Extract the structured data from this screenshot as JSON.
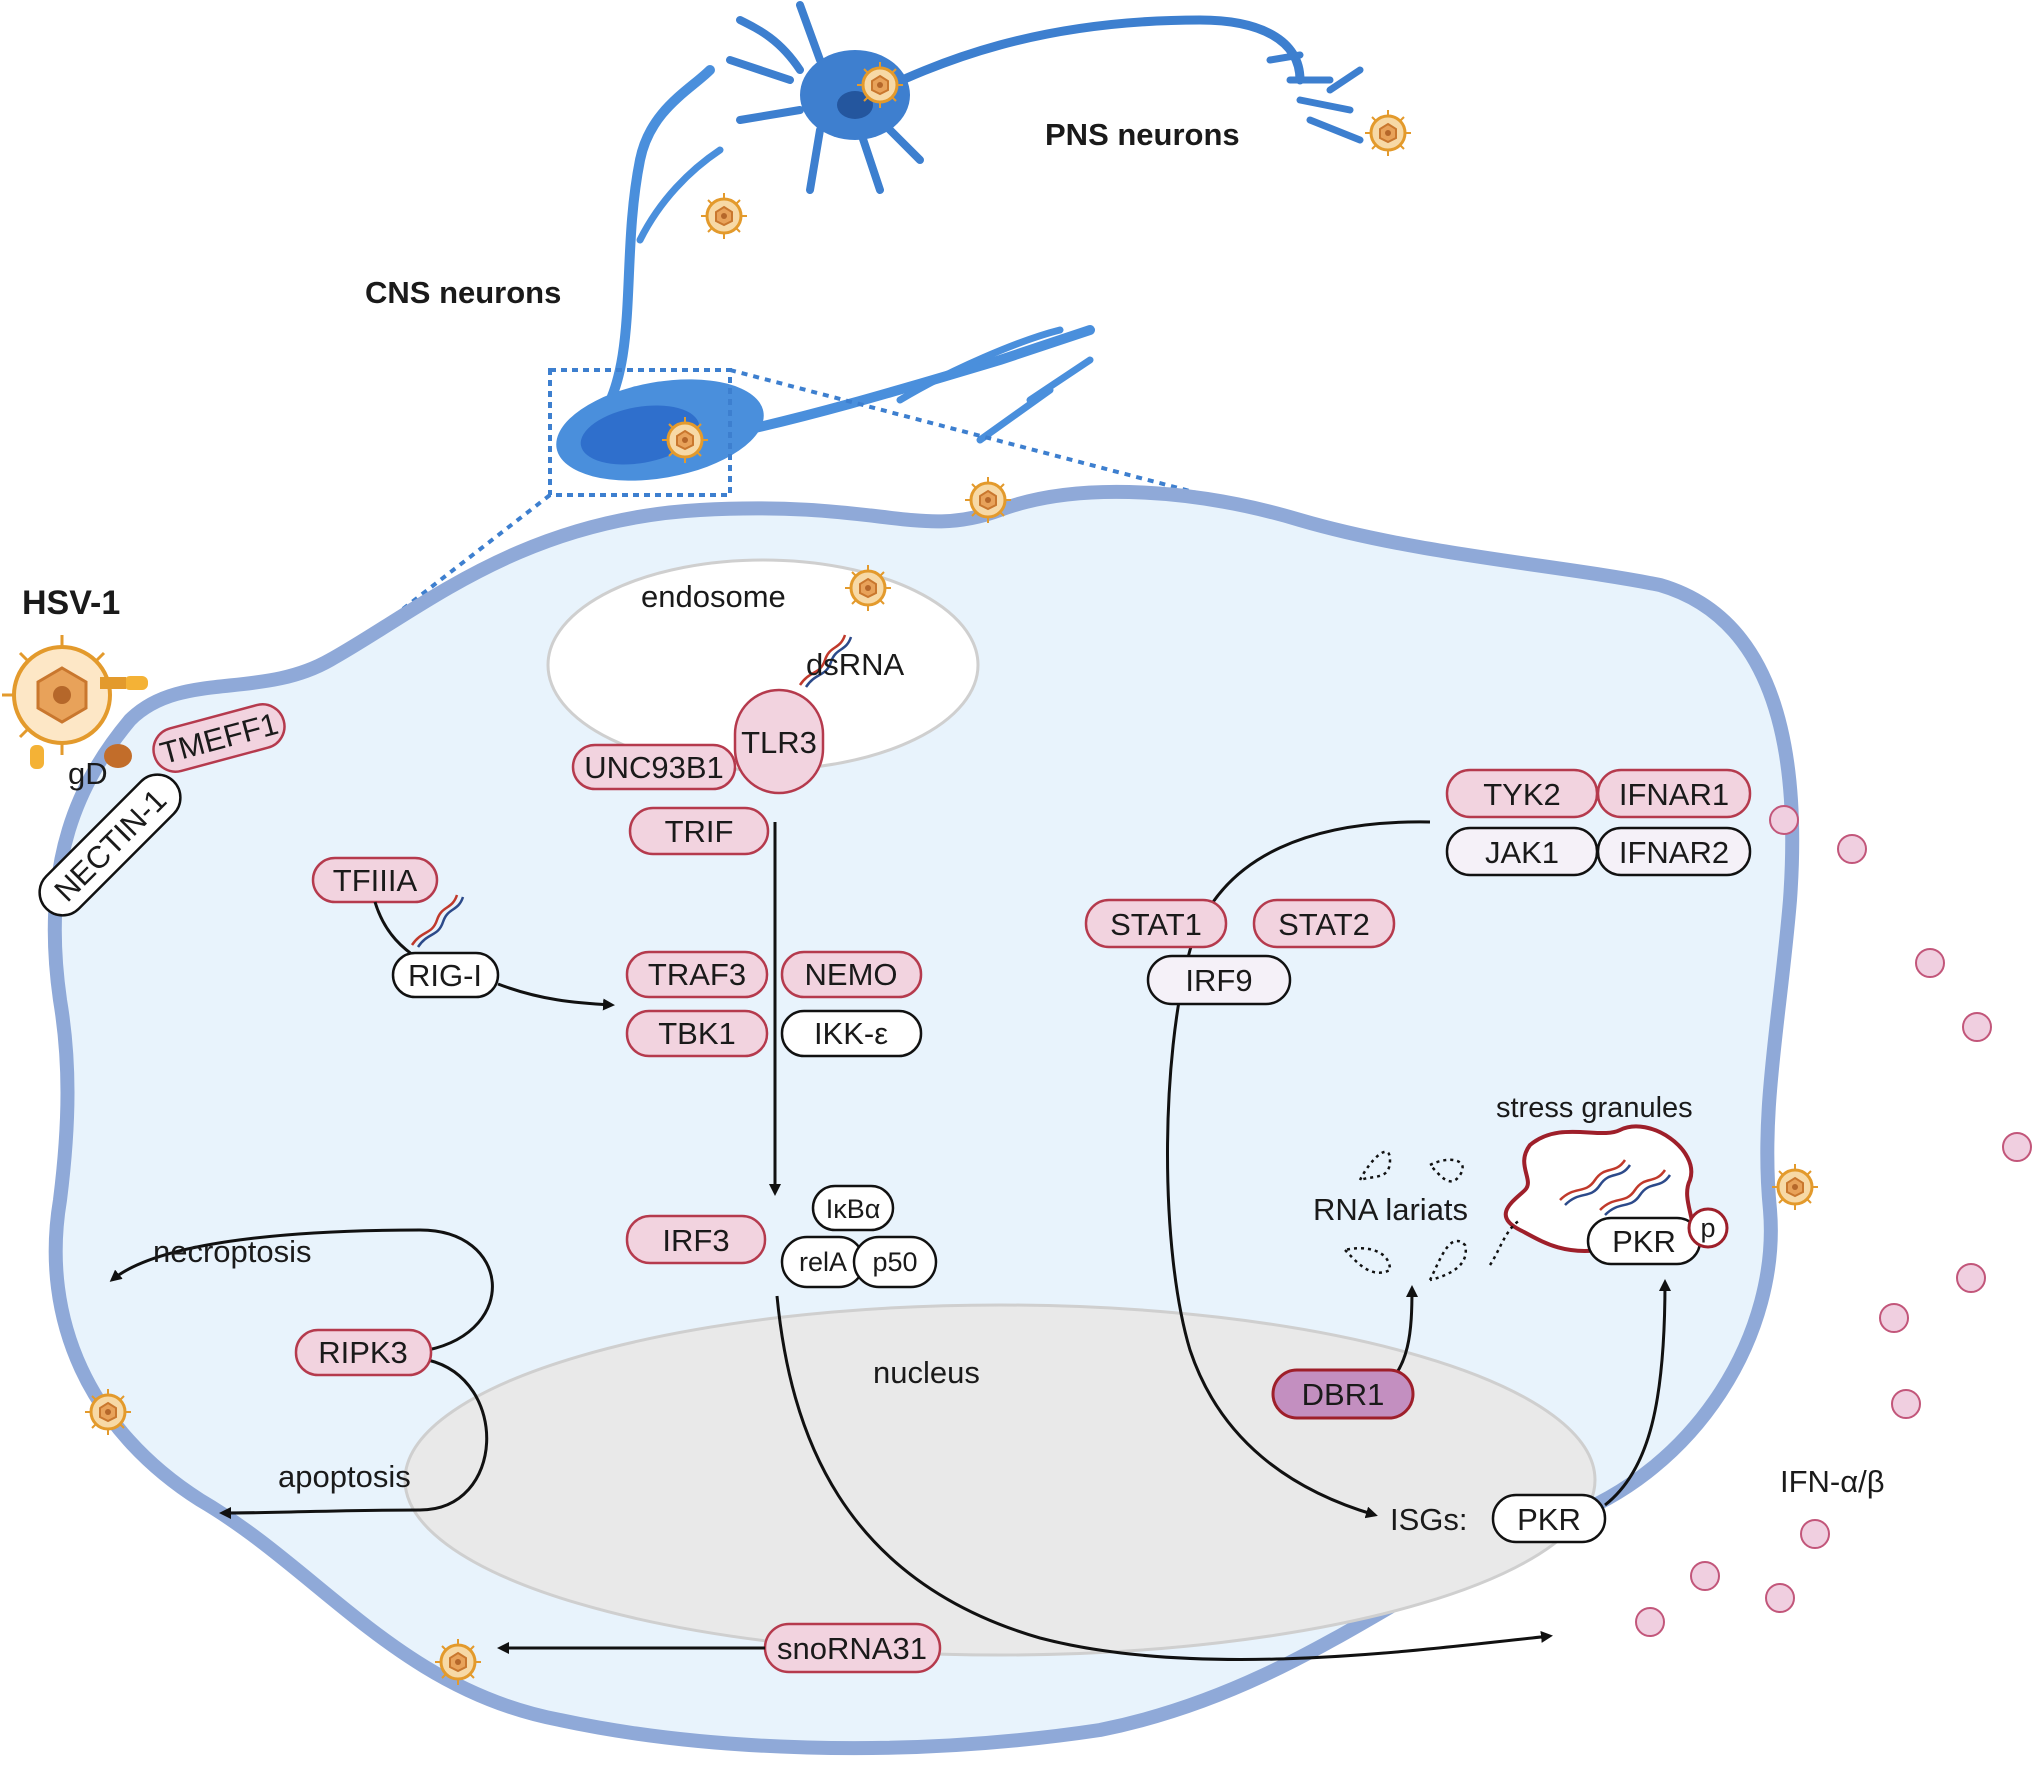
{
  "labels": {
    "pns_neurons": "PNS neurons",
    "cns_neurons": "CNS neurons",
    "hsv1": "HSV-1",
    "gd": "gD",
    "endosome": "endosome",
    "dsrna": "dsRNA",
    "necroptosis": "necroptosis",
    "apoptosis": "apoptosis",
    "nucleus": "nucleus",
    "stress_granules": "stress granules",
    "rna_lariats": "RNA lariats",
    "isgs": "ISGs:",
    "ifn": "IFN-α/β",
    "p": "p"
  },
  "proteins": {
    "tmeff1": "TMEFF1",
    "nectin1": "NECTIN-1",
    "unc93b1": "UNC93B1",
    "tlr3": "TLR3",
    "trif": "TRIF",
    "tfiiia": "TFIIIA",
    "rigi": "RIG-I",
    "traf3": "TRAF3",
    "nemo": "NEMO",
    "tbk1": "TBK1",
    "ikke": "IKK-ε",
    "irf3": "IRF3",
    "ikba": "IκBα",
    "rela": "relA",
    "p50": "p50",
    "ripk3": "RIPK3",
    "snorna31": "snoRNA31",
    "tyk2": "TYK2",
    "ifnar1": "IFNAR1",
    "jak1": "JAK1",
    "ifnar2": "IFNAR2",
    "stat1": "STAT1",
    "stat2": "STAT2",
    "irf9": "IRF9",
    "dbr1": "DBR1",
    "pkr_granule": "PKR",
    "pkr_isg": "PKR"
  },
  "colors": {
    "membrane": "#8fa9d8",
    "cytoplasm": "#e8f3fc",
    "neuron": "#4a8fdc",
    "mutated_fill": "#f2d3df",
    "mutated_stroke": "#b53a4d",
    "dbr1_fill": "#c38fc0",
    "virus": "#f0a030",
    "ifn_dot": "#f0cfe0"
  }
}
